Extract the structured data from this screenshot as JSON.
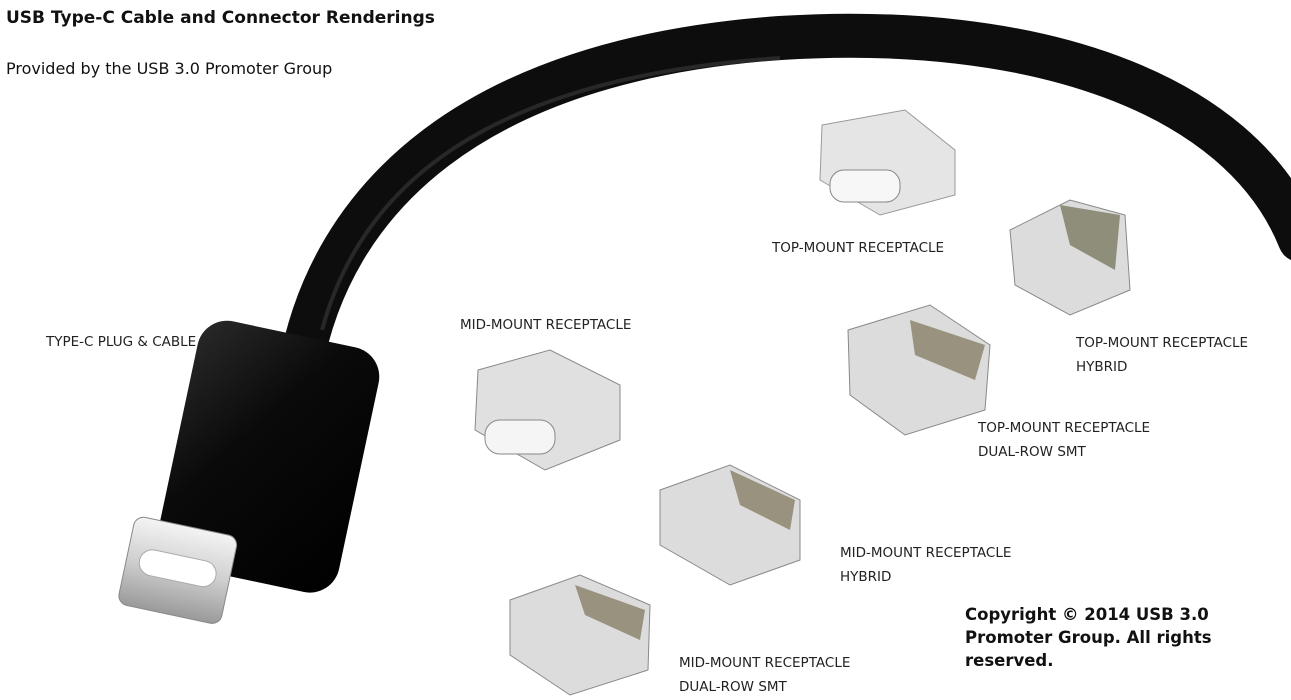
{
  "title": "USB Type-C Cable and Connector Renderings",
  "subtitle": "Provided by the USB 3.0 Promoter Group",
  "labels": {
    "plug_cable": "TYPE-C PLUG & CABLE",
    "mid_mount": "MID-MOUNT RECEPTACLE",
    "top_mount": "TOP-MOUNT RECEPTACLE",
    "top_mount_hybrid_1": "TOP-MOUNT RECEPTACLE",
    "top_mount_hybrid_2": "HYBRID",
    "top_mount_dual_1": "TOP-MOUNT RECEPTACLE",
    "top_mount_dual_2": "DUAL-ROW SMT",
    "mid_mount_hybrid_1": "MID-MOUNT RECEPTACLE",
    "mid_mount_hybrid_2": "HYBRID",
    "mid_mount_dual_1": "MID-MOUNT RECEPTACLE",
    "mid_mount_dual_2": "DUAL-ROW SMT"
  },
  "copyright": "Copyright © 2014 USB 3.0 Promoter Group. All rights reserved."
}
